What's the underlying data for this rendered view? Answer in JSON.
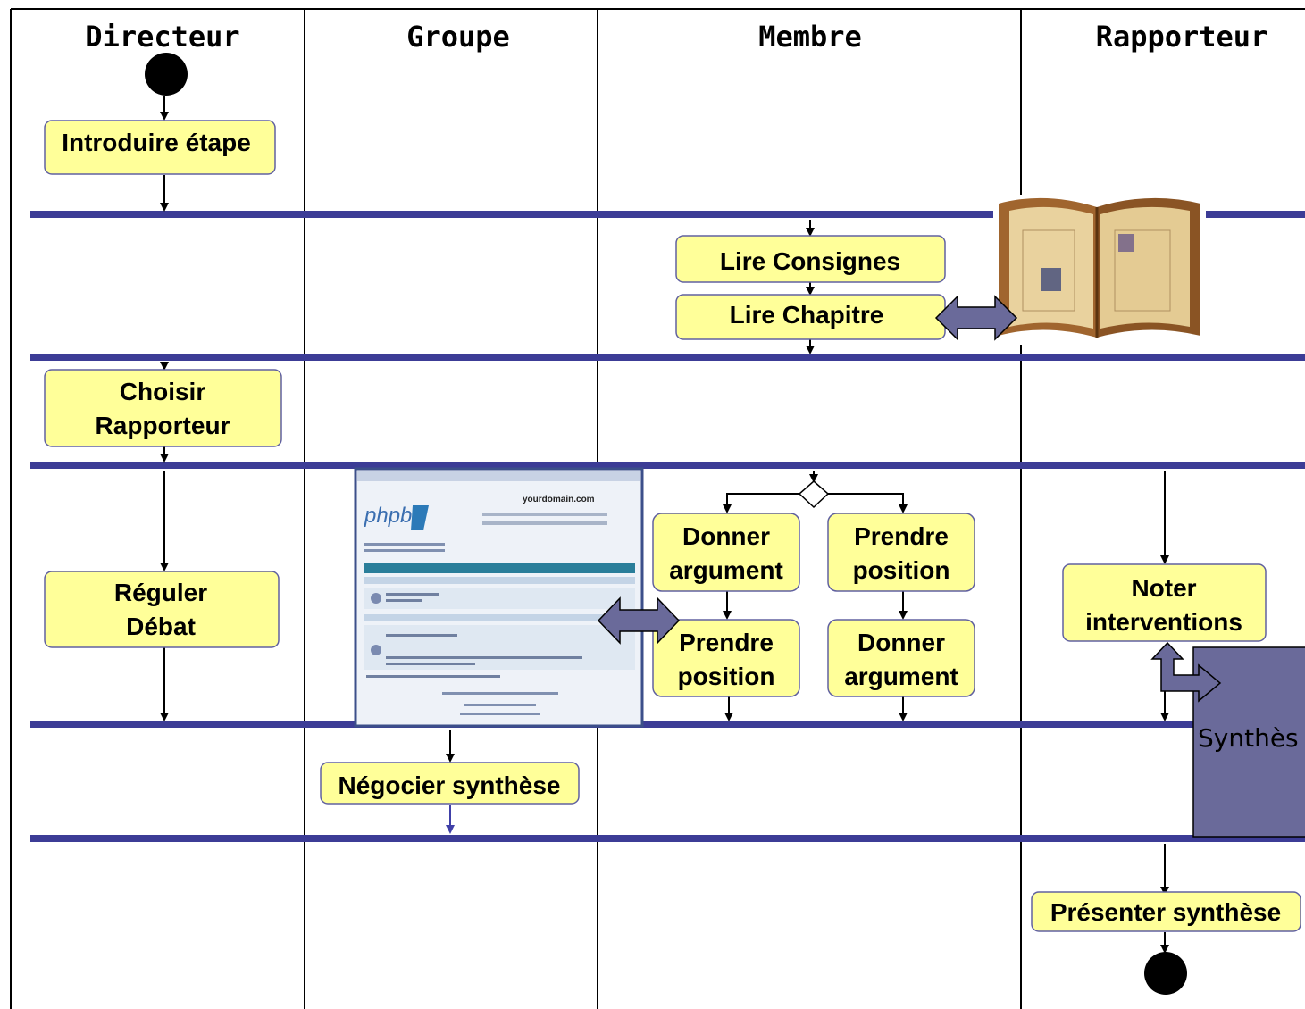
{
  "lanes": [
    "Directeur",
    "Groupe",
    "Membre",
    "Rapporteur"
  ],
  "activities": {
    "introduire_etape": [
      "Introduire étape"
    ],
    "lire_consignes": [
      "Lire Consignes"
    ],
    "lire_chapitre": [
      "Lire Chapitre"
    ],
    "choisir_rapporteur": [
      "Choisir",
      "Rapporteur"
    ],
    "reguler_debat": [
      "Réguler",
      "Débat"
    ],
    "donner_argument_1": [
      "Donner",
      "argument"
    ],
    "prendre_position_1": [
      "Prendre",
      "position"
    ],
    "prendre_position_2": [
      "Prendre",
      "position"
    ],
    "donner_argument_2": [
      "Donner",
      "argument"
    ],
    "noter_interventions": [
      "Noter",
      "interventions"
    ],
    "negocier_synthese": [
      "Négocier synthèse"
    ],
    "presenter_synthese": [
      "Présenter synthèse"
    ]
  },
  "documents": {
    "synthese": "Synthès"
  },
  "forum_screenshot": {
    "site": "yourdomain.com",
    "logo": "phpbb"
  },
  "colors": {
    "activity_fill": "#ffff99",
    "sync_bar": "#3c3c96",
    "object_fill": "#6a6a9a"
  }
}
